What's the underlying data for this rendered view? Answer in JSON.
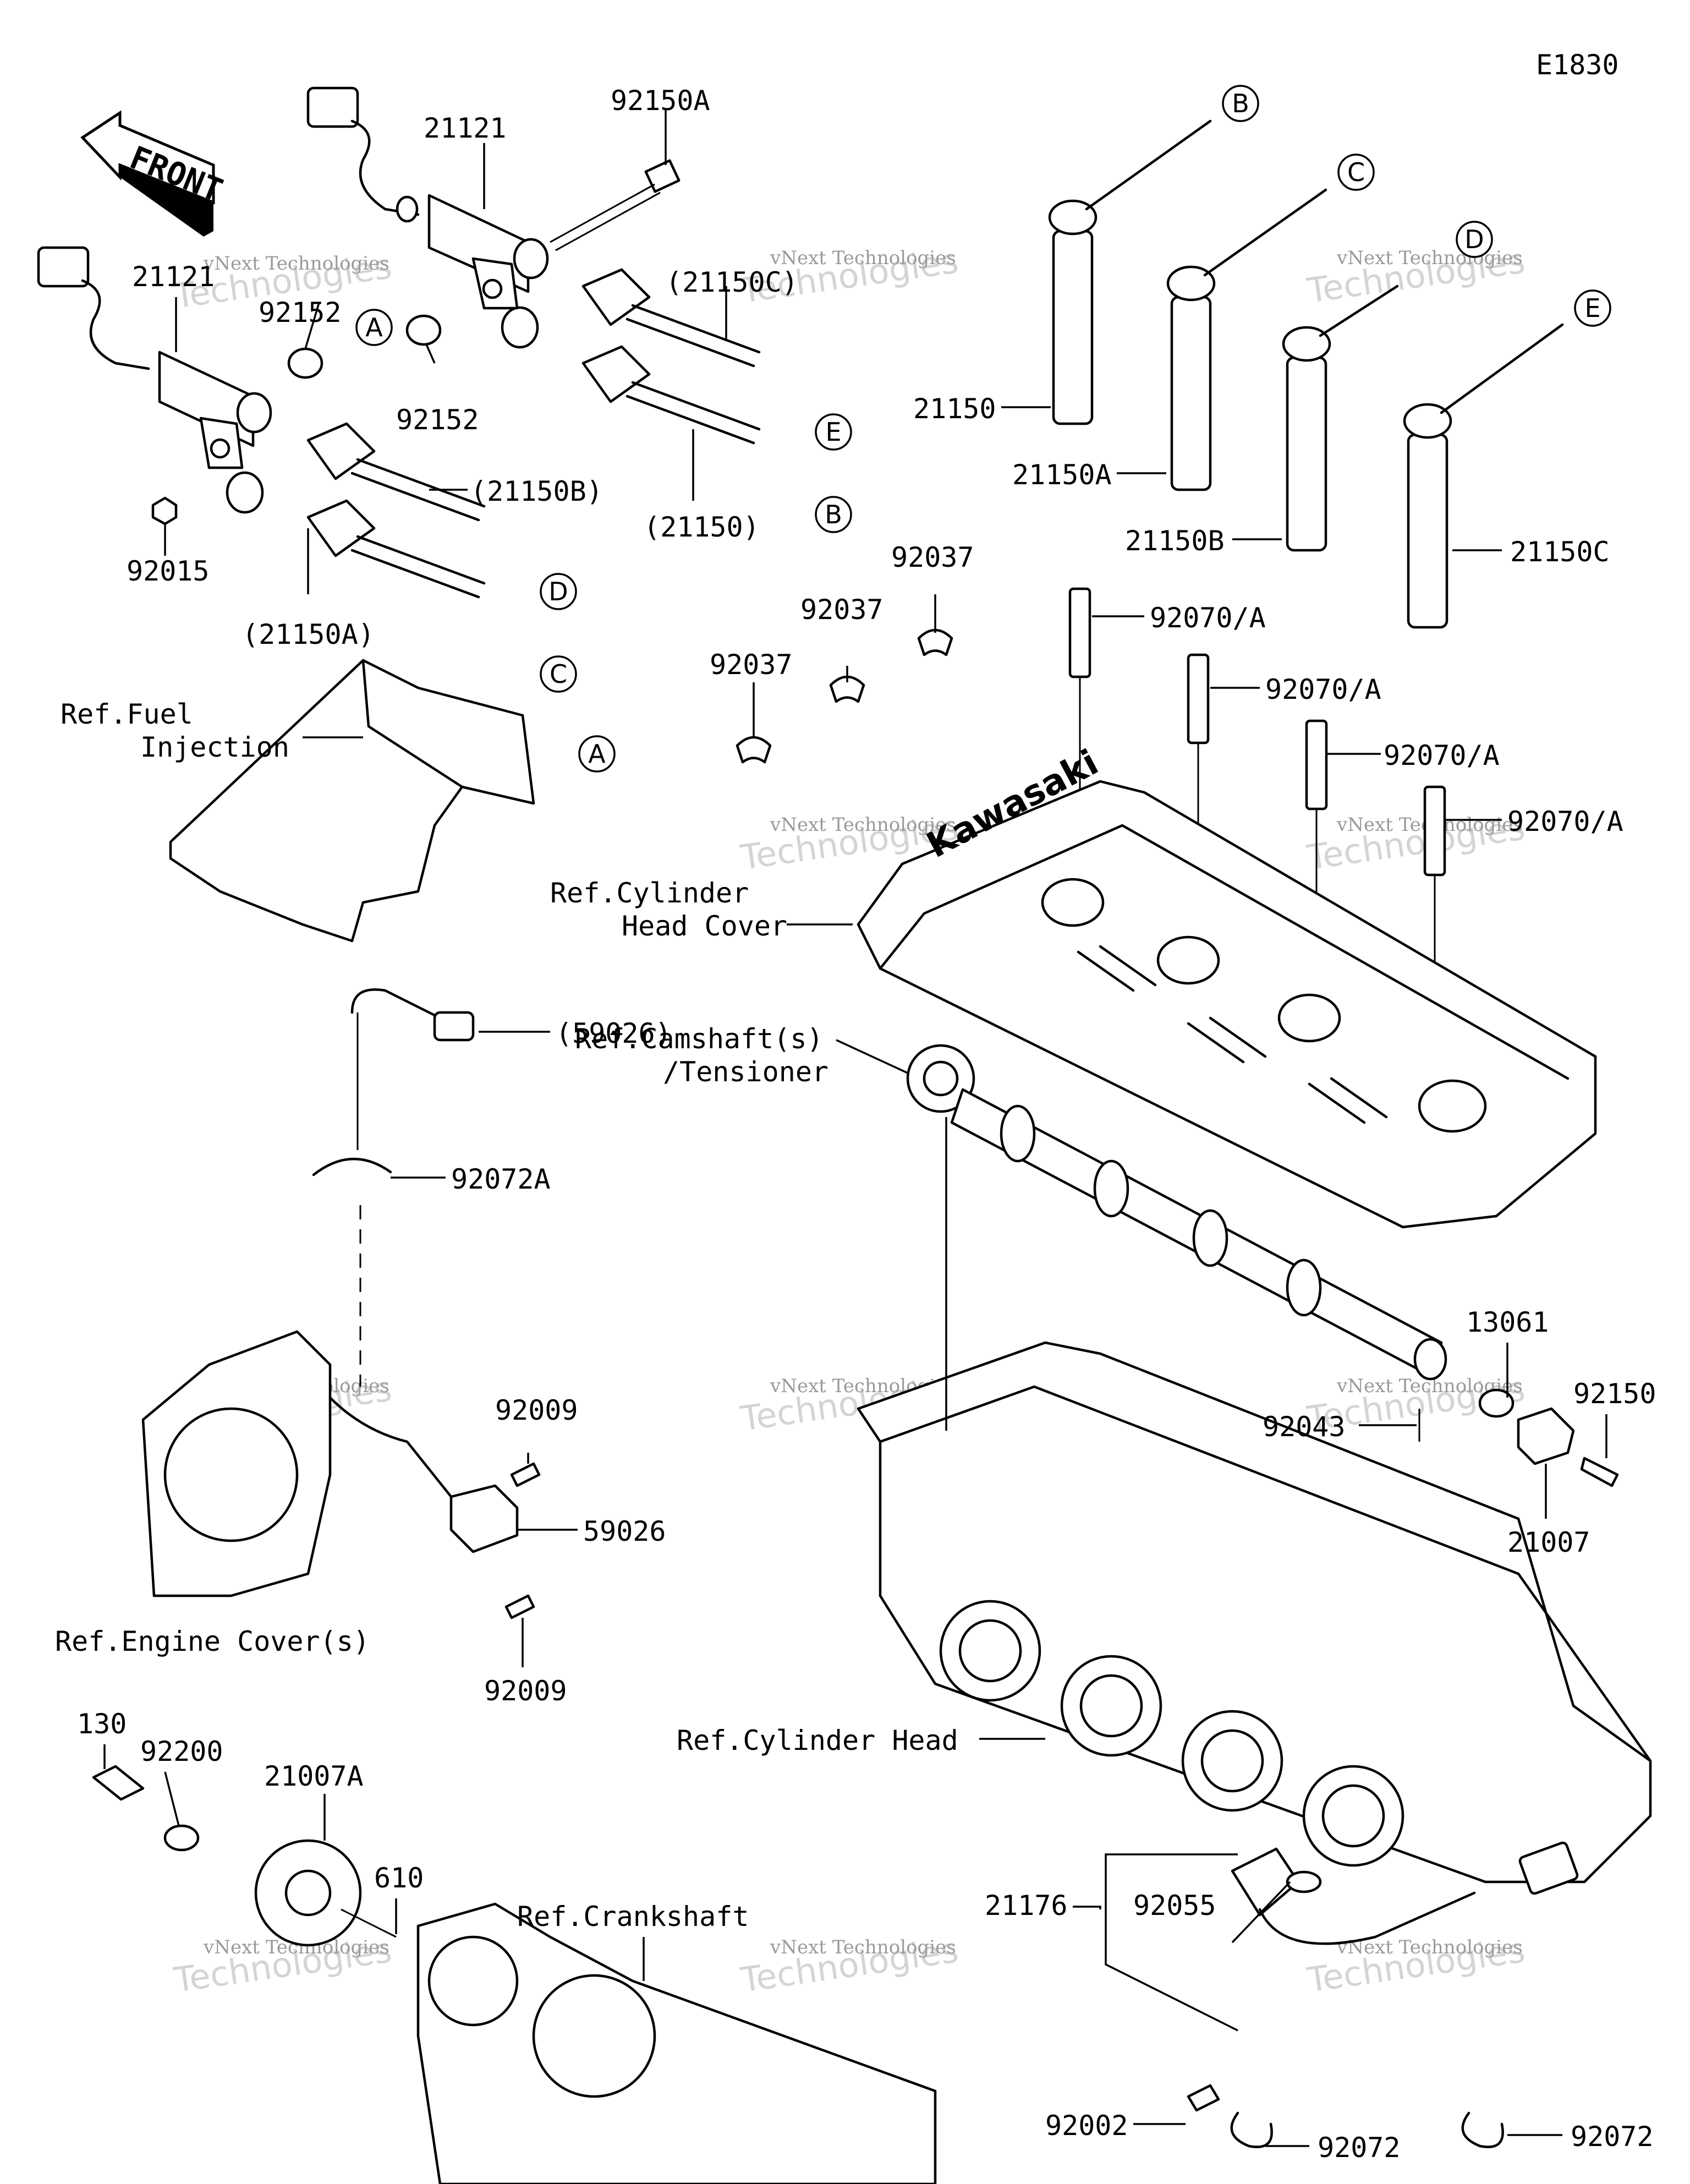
{
  "diagram_code": "E1830",
  "front_label": "FRONT",
  "watermark": {
    "line1": "vNext Technologies",
    "line2": "Technologies"
  },
  "parts": [
    {
      "id": "p-92150a",
      "text": "92150A"
    },
    {
      "id": "p-21121-top",
      "text": "21121"
    },
    {
      "id": "p-21121-left",
      "text": "21121"
    },
    {
      "id": "p-92152-a",
      "text": "92152"
    },
    {
      "id": "p-92152-b",
      "text": "92152"
    },
    {
      "id": "p-21150c-paren",
      "text": "(21150C)"
    },
    {
      "id": "p-21150b-paren",
      "text": "(21150B)"
    },
    {
      "id": "p-21150-paren",
      "text": "(21150)"
    },
    {
      "id": "p-21150a-paren",
      "text": "(21150A)"
    },
    {
      "id": "p-92015",
      "text": "92015"
    },
    {
      "id": "p-21150",
      "text": "21150"
    },
    {
      "id": "p-21150a",
      "text": "21150A"
    },
    {
      "id": "p-21150b",
      "text": "21150B"
    },
    {
      "id": "p-21150c",
      "text": "21150C"
    },
    {
      "id": "p-92037-a",
      "text": "92037"
    },
    {
      "id": "p-92037-b",
      "text": "92037"
    },
    {
      "id": "p-92037-c",
      "text": "92037"
    },
    {
      "id": "p-92070a-1",
      "text": "92070/A"
    },
    {
      "id": "p-92070a-2",
      "text": "92070/A"
    },
    {
      "id": "p-92070a-3",
      "text": "92070/A"
    },
    {
      "id": "p-92070a-4",
      "text": "92070/A"
    },
    {
      "id": "p-59026-paren",
      "text": "(59026)"
    },
    {
      "id": "p-92072a",
      "text": "92072A"
    },
    {
      "id": "p-92009-a",
      "text": "92009"
    },
    {
      "id": "p-59026",
      "text": "59026"
    },
    {
      "id": "p-92009-b",
      "text": "92009"
    },
    {
      "id": "p-13061",
      "text": "13061"
    },
    {
      "id": "p-92150",
      "text": "92150"
    },
    {
      "id": "p-92043",
      "text": "92043"
    },
    {
      "id": "p-21007",
      "text": "21007"
    },
    {
      "id": "p-130",
      "text": "130"
    },
    {
      "id": "p-92200",
      "text": "92200"
    },
    {
      "id": "p-21007a",
      "text": "21007A"
    },
    {
      "id": "p-610",
      "text": "610"
    },
    {
      "id": "p-21176",
      "text": "21176"
    },
    {
      "id": "p-92055",
      "text": "92055"
    },
    {
      "id": "p-92002",
      "text": "92002"
    },
    {
      "id": "p-92072-a",
      "text": "92072"
    },
    {
      "id": "p-92072-b",
      "text": "92072"
    }
  ],
  "refs": {
    "fuel_injection_1": "Ref.Fuel",
    "fuel_injection_2": "Injection",
    "cyl_head_cover_1": "Ref.Cylinder",
    "cyl_head_cover_2": "Head Cover",
    "camshaft_1": "Ref.Camshaft(s)",
    "camshaft_2": "/Tensioner",
    "engine_cover": "Ref.Engine Cover(s)",
    "cylinder_head": "Ref.Cylinder Head",
    "crankshaft": "Ref.Crankshaft"
  },
  "callouts": {
    "a": "A",
    "b": "B",
    "c": "C",
    "d": "D",
    "e": "E"
  },
  "brand_mark": "Kawasaki"
}
